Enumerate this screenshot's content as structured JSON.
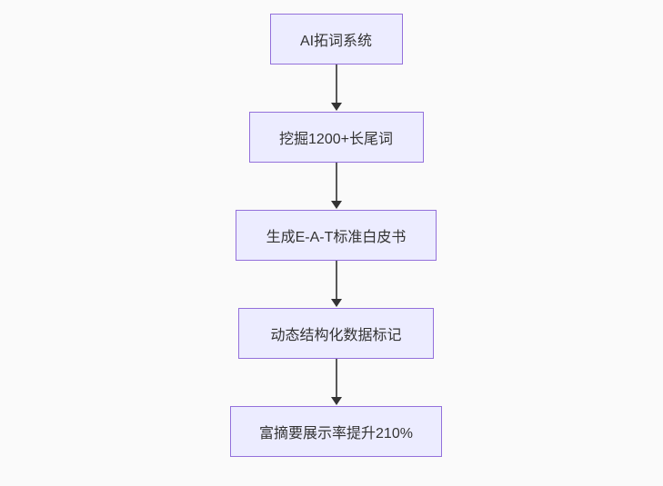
{
  "diagram": {
    "type": "flowchart",
    "direction": "top-down",
    "nodes": [
      {
        "label": "AI拓词系统"
      },
      {
        "label": "挖掘1200+长尾词"
      },
      {
        "label": "生成E-A-T标准白皮书"
      },
      {
        "label": "动态结构化数据标记"
      },
      {
        "label": "富摘要展示率提升210%"
      }
    ],
    "edges": [
      {
        "from": 0,
        "to": 1,
        "arrow": "down"
      },
      {
        "from": 1,
        "to": 2,
        "arrow": "down"
      },
      {
        "from": 2,
        "to": 3,
        "arrow": "down"
      },
      {
        "from": 3,
        "to": 4,
        "arrow": "down"
      }
    ]
  },
  "theme": {
    "canvas_bg": "#fafafa",
    "node_fill": "#ECECFF",
    "node_border": "#9370DB",
    "node_text": "#333333",
    "edge_line": "#595959",
    "arrowhead": "#333333"
  }
}
